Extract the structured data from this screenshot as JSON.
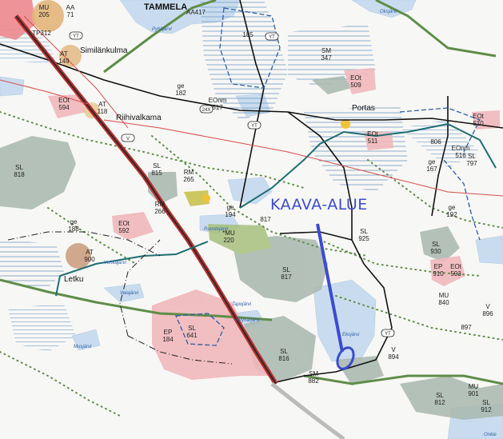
{
  "map": {
    "annotation": {
      "text": "KAAVA-ALUE",
      "color": "#3c4bcf"
    },
    "places": [
      {
        "key": "tammela",
        "text": "TAMMELA"
      },
      {
        "key": "similankulma",
        "text": "Similänkulma"
      },
      {
        "key": "riihivalkama",
        "text": "Riihivalkama"
      },
      {
        "key": "letku",
        "text": "Letku"
      },
      {
        "key": "portaa",
        "text": "Portas"
      }
    ],
    "lakes": [
      {
        "key": "pyhajarvi",
        "text": "Pyhäjärvi"
      },
      {
        "key": "oksjarvi",
        "text": "Oksjärvi"
      },
      {
        "key": "ruostejarvi",
        "text": "Ruostejärvi"
      },
      {
        "key": "vehkajarvi",
        "text": "Vehkajärvi"
      },
      {
        "key": "valajarvi",
        "text": "Valajärvi"
      },
      {
        "key": "tapojarvi",
        "text": "Tapojärvi"
      },
      {
        "key": "kyynarjarvi",
        "text": "Kyynärjärvi"
      },
      {
        "key": "musjarvi",
        "text": "Musjärvi"
      },
      {
        "key": "ekojarvi",
        "text": "Ekojärvi"
      },
      {
        "key": "onkiej",
        "text": "Onkie"
      }
    ],
    "zones": [
      {
        "key": "mu205",
        "code": "MU",
        "num": "205"
      },
      {
        "key": "aa71",
        "code": "AA",
        "num": "71"
      },
      {
        "key": "tp312",
        "code": "TP312",
        "num": ""
      },
      {
        "key": "at149",
        "code": "AT",
        "num": "149"
      },
      {
        "key": "aa417",
        "code": "AA417",
        "num": ""
      },
      {
        "key": "eo594",
        "code": "EOt",
        "num": "594"
      },
      {
        "key": "at118",
        "code": "AT",
        "num": "118"
      },
      {
        "key": "ge182",
        "code": "ge",
        "num": "182"
      },
      {
        "key": "eonm517",
        "code": "EOnm",
        "num": "517"
      },
      {
        "key": "sm347",
        "code": "SM",
        "num": "347"
      },
      {
        "key": "eo509",
        "code": "EOt",
        "num": "509"
      },
      {
        "key": "sl818",
        "code": "SL",
        "num": "818"
      },
      {
        "key": "sl815",
        "code": "SL",
        "num": "815"
      },
      {
        "key": "rm265",
        "code": "RM",
        "num": "265"
      },
      {
        "key": "rm266",
        "code": "RM",
        "num": "266"
      },
      {
        "key": "ge188",
        "code": "ge",
        "num": "188"
      },
      {
        "key": "eo592",
        "code": "EOt",
        "num": "592"
      },
      {
        "key": "at900",
        "code": "AT",
        "num": "900"
      },
      {
        "key": "ge194",
        "code": "ge",
        "num": "194"
      },
      {
        "key": "mu220",
        "code": "*MU",
        "num": "220"
      },
      {
        "key": "sl817a",
        "code": "",
        "num": "817"
      },
      {
        "key": "sl817",
        "code": "SL",
        "num": "817"
      },
      {
        "key": "sl925",
        "code": "SL",
        "num": "925"
      },
      {
        "key": "ge192",
        "code": "ge",
        "num": "192"
      },
      {
        "key": "sl930",
        "code": "SL",
        "num": "930"
      },
      {
        "key": "ep910",
        "code": "EP",
        "num": "910"
      },
      {
        "key": "eo593",
        "code": "EOt",
        "num": "593"
      },
      {
        "key": "mu840",
        "code": "MU",
        "num": "840"
      },
      {
        "key": "eo511",
        "code": "EOt",
        "num": "511"
      },
      {
        "key": "eo510",
        "code": "EOt",
        "num": "510"
      },
      {
        "key": "eonm516",
        "code": "EOnm",
        "num": "516"
      },
      {
        "key": "ge167",
        "code": "ge",
        "num": "167"
      },
      {
        "key": "sl797",
        "code": "SL",
        "num": "797"
      },
      {
        "key": "ep184",
        "code": "EP",
        "num": "184"
      },
      {
        "key": "sl641",
        "code": "SL",
        "num": "641"
      },
      {
        "key": "sl816",
        "code": "SL",
        "num": "816"
      },
      {
        "key": "sm882",
        "code": "SM",
        "num": "882"
      },
      {
        "key": "v894",
        "code": "V",
        "num": "894"
      },
      {
        "key": "v896",
        "code": "V",
        "num": "896"
      },
      {
        "key": "n897",
        "code": "",
        "num": "897"
      },
      {
        "key": "sl812",
        "code": "SL",
        "num": "812"
      },
      {
        "key": "mu901",
        "code": "MU",
        "num": "901"
      },
      {
        "key": "sl912",
        "code": "SL",
        "num": "912"
      },
      {
        "key": "n806",
        "code": "",
        "num": "806"
      },
      {
        "key": "n185",
        "code": "",
        "num": "185"
      }
    ],
    "roads": [
      {
        "key": "yt1",
        "text": "YT"
      },
      {
        "key": "yt2",
        "text": "YT"
      },
      {
        "key": "yt3",
        "text": "YT"
      },
      {
        "key": "yt4",
        "text": "YT"
      },
      {
        "key": "r24x",
        "text": "24X"
      },
      {
        "key": "v1",
        "text": "V"
      }
    ]
  }
}
